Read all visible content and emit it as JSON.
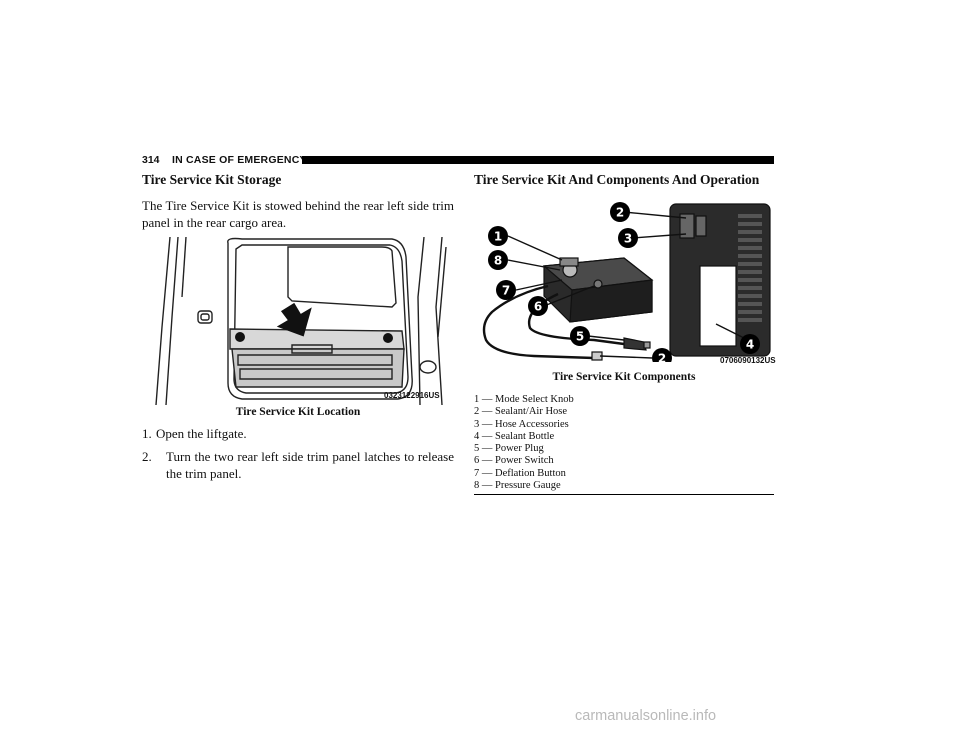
{
  "header": {
    "page_number": "314",
    "section": "IN CASE OF EMERGENCY"
  },
  "left": {
    "heading": "Tire Service Kit Storage",
    "body": "The Tire Service Kit is stowed behind the rear left side trim panel in the rear cargo area.",
    "figure": {
      "code": "0323122916US",
      "caption": "Tire Service Kit Location"
    },
    "steps": [
      {
        "num": "1.",
        "text": "Open the liftgate."
      },
      {
        "num": "2.",
        "text": "Turn the two rear left side trim panel latches to release the trim panel."
      }
    ]
  },
  "right": {
    "heading": "Tire Service Kit And Components And Operation",
    "figure": {
      "code": "0706090132US",
      "caption": "Tire Service Kit Components",
      "callouts": [
        "1",
        "8",
        "7",
        "6",
        "5",
        "2",
        "2",
        "3",
        "4"
      ]
    },
    "legend": [
      "1 — Mode Select Knob",
      "2 — Sealant/Air Hose",
      "3 — Hose Accessories",
      "4 — Sealant Bottle",
      "5 — Power Plug",
      "6 — Power Switch",
      "7 — Deflation Button",
      "8 — Pressure Gauge"
    ]
  },
  "watermark": "carmanualsonline.info"
}
